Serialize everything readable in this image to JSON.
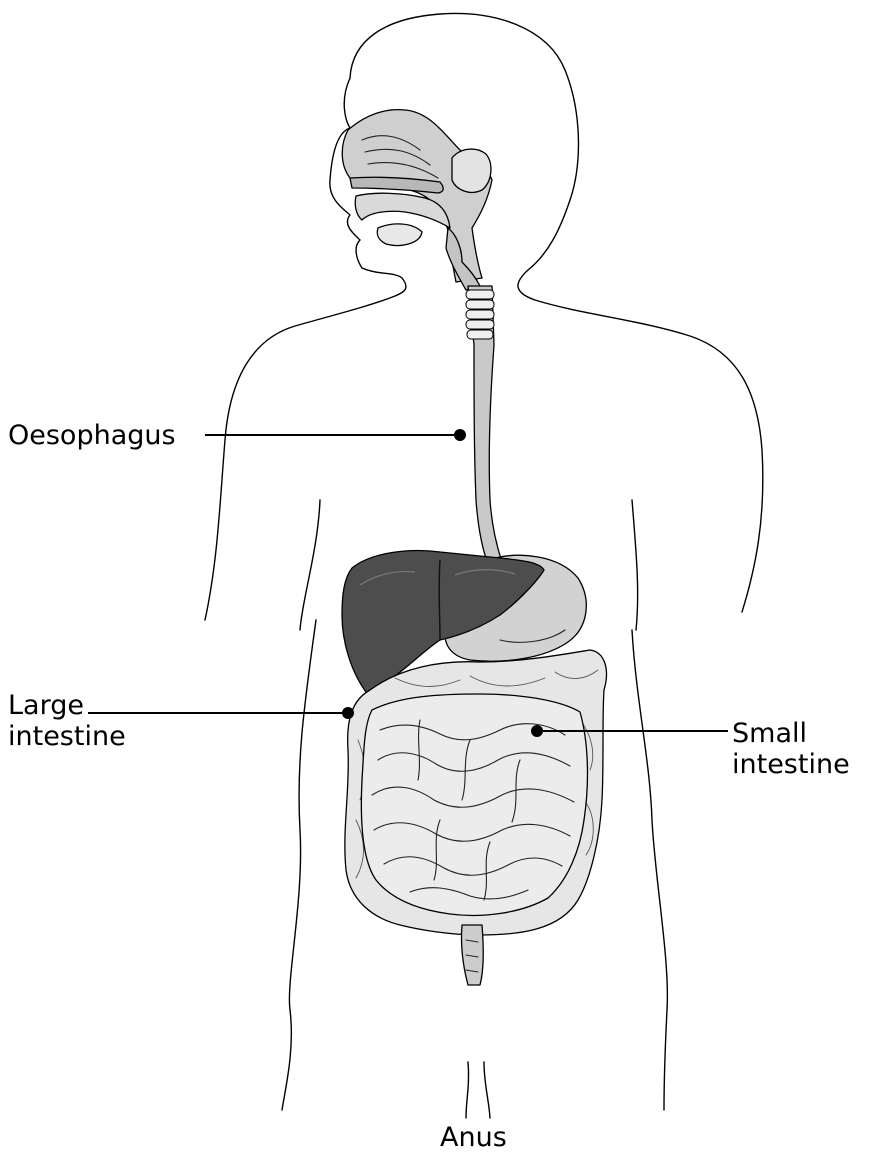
{
  "diagram": {
    "labels": {
      "oesophagus": "Oesophagus",
      "large_intestine_line1": "Large",
      "large_intestine_line2": "intestine",
      "small_intestine_line1": "Small",
      "small_intestine_line2": "intestine",
      "anus": "Anus"
    },
    "colors": {
      "liver": "#4d4d4d",
      "stomach": "#d2d2d2",
      "intestines": "#e6e6e6",
      "tract": "#c9c9c9",
      "outline": "#000000",
      "background": "#ffffff"
    }
  }
}
